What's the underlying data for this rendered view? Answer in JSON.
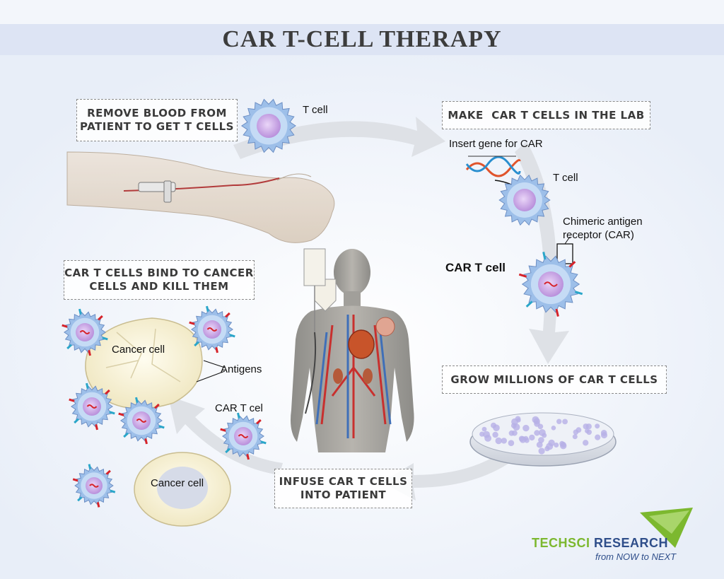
{
  "title": "CAR T-CELL THERAPY",
  "steps": {
    "remove_line1": "REMOVE BLOOD FROM",
    "remove_line2": "PATIENT TO GET T CELLS",
    "make": "MAKE  CAR T CELLS IN THE LAB",
    "grow": "GROW MILLIONS OF CAR T CELLS",
    "infuse_line1": "INFUSE CAR T CELLS",
    "infuse_line2": "INTO PATIENT",
    "bind_line1": "CAR T CELLS BIND TO CANCER",
    "bind_line2": "CELLS AND KILL THEM"
  },
  "labels": {
    "t_cell_1": "T cell",
    "insert_gene": "Insert gene for CAR",
    "t_cell_2": "T cell",
    "chimeric_1": "Chimeric antigen",
    "chimeric_2": "receptor (CAR)",
    "car_t_cell": "CAR T cell",
    "cancer_cell_1": "Cancer cell",
    "antigens": "Antigens",
    "car_t_cel": "CAR T cel",
    "cancer_cell_2": "Cancer cell"
  },
  "logo": {
    "name_a": "TECHSCI",
    "name_b": " RESEARCH",
    "tagline": "from NOW to NEXT"
  },
  "colors": {
    "title_band": "#dde4f4",
    "cell_body": "#aecbf0",
    "nucleus": "#c9a6e8",
    "car_receptor": "#d6232a",
    "logo_green": "#7cb82f",
    "logo_blue": "#2f4e8a",
    "arrow": "#dcdfe5"
  }
}
